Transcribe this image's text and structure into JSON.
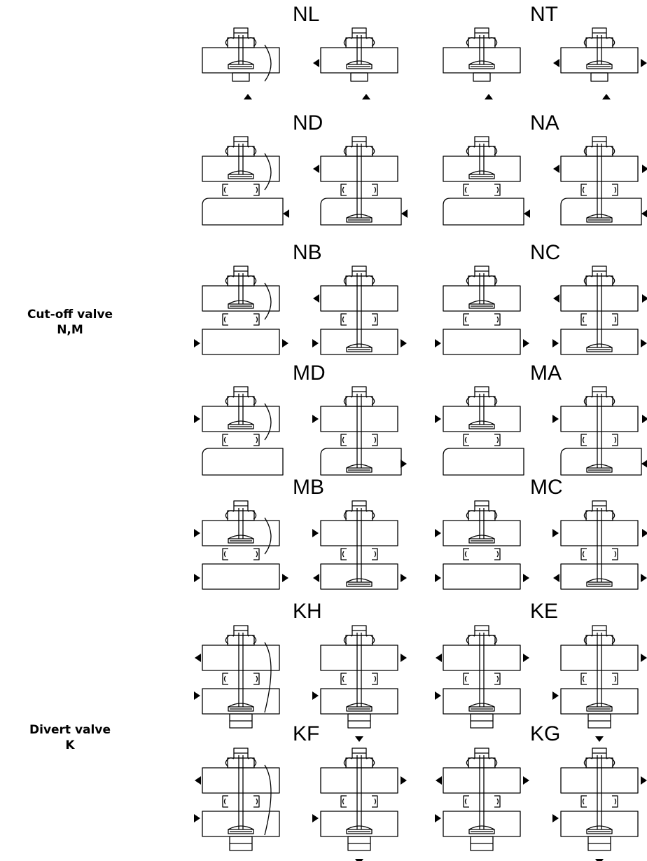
{
  "categories": [
    {
      "id": "cutoff",
      "line1": "Cut-off valve",
      "line2": "N,M"
    },
    {
      "id": "divert",
      "line1": "Divert valve",
      "line2": "K"
    }
  ],
  "codes": [
    "NL",
    "NT",
    "ND",
    "NA",
    "NB",
    "NC",
    "MD",
    "MA",
    "MB",
    "MC",
    "KH",
    "KE",
    "KF",
    "KG"
  ],
  "colors": {
    "line": "#000000",
    "background": "#ffffff"
  }
}
